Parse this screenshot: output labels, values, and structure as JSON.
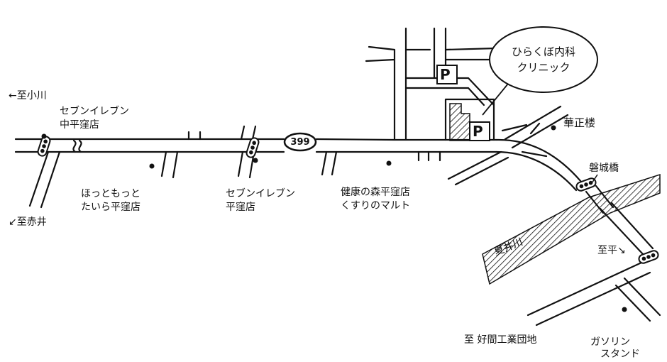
{
  "map": {
    "destinations": {
      "ogawa": "←至小川",
      "akai": "↙至赤井",
      "hira": "至平↘",
      "koma_industrial": "至 好間工業団地"
    },
    "clinic": {
      "name_line1": "ひらくぼ内科",
      "name_line2": "クリニック"
    },
    "route_number": "399",
    "parking_symbol": "P",
    "landmarks": {
      "seven_nakahirakubo": [
        "セブンイレブン",
        "中平窪店"
      ],
      "hottomotto": [
        "ほっともっと",
        "たいら平窪店"
      ],
      "seven_hirakubo": [
        "セブンイレブン",
        "平窪店"
      ],
      "kusuri_no_maruto": [
        "健康の森平窪店",
        "くすりのマルト"
      ],
      "kaseiro": "華正楼",
      "bankibashi": "磐城橋",
      "river": "夏井川",
      "gas_station": [
        "ガソリン",
        "スタンド"
      ]
    }
  }
}
